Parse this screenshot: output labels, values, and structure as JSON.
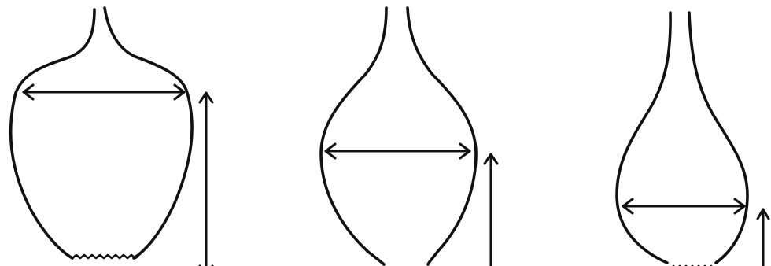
{
  "figure": {
    "description_free": true,
    "ink_color": "#111111",
    "background_color": "#ffffff",
    "panels": [
      {
        "id": "left"
      },
      {
        "id": "middle"
      },
      {
        "id": "right"
      }
    ]
  }
}
